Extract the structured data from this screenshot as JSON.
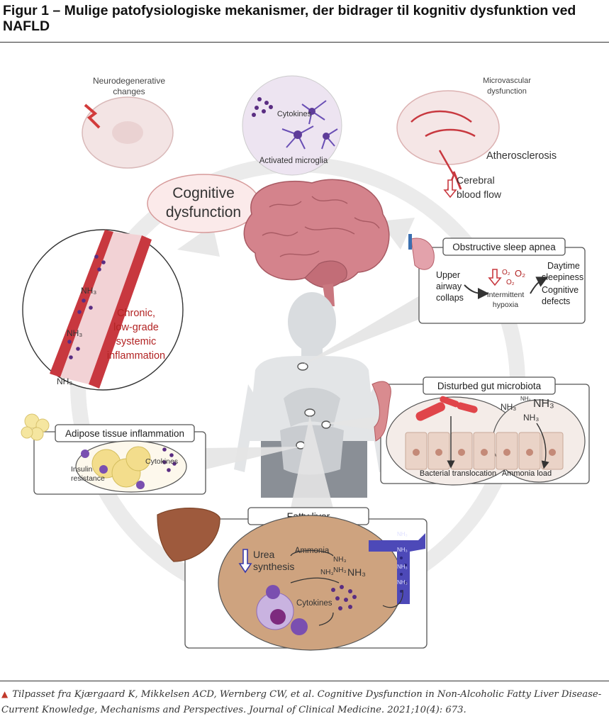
{
  "figure": {
    "title": "Figur 1 – Mulige patofysiologiske mekanismer, der bidrager til kognitiv dysfunktion ved NAFLD",
    "caption": "Tilpasset fra Kjærgaard K, Mikkelsen ACD, Wernberg CW, et al. Cognitive Dysfunction in Non-Alcoholic Fatty Liver Disease-Current Knowledge, Mechanisms and Perspectives. Journal of Clinical Medicine. 2021;10(4): 673."
  },
  "center": {
    "line1": "Cognitive",
    "line2": "dysfunction"
  },
  "brain_top": {
    "neuro_line1": "Neurodegenerative",
    "neuro_line2": "changes",
    "cytokines": "Cytokines",
    "microglia": "Activated microglia",
    "micro_line1": "Microvascular",
    "micro_line2": "dysfunction",
    "athero": "Atherosclerosis",
    "cbf_line1": "Cerebral",
    "cbf_line2": "blood flow"
  },
  "inflammation": {
    "line1": "Chronic,",
    "line2": "low-grade",
    "line3": "systemic",
    "line4": "inflammation",
    "nh3": "NH₃"
  },
  "sleep_apnea": {
    "title": "Obstructive sleep apnea",
    "upper1": "Upper",
    "upper2": "airway",
    "upper3": "collaps",
    "o2": "O₂",
    "hyp1": "Intermittent",
    "hyp2": "hypoxia",
    "day1": "Daytime",
    "day2": "sleepiness",
    "day3": "Cognitive",
    "day4": "defects"
  },
  "gut": {
    "title": "Disturbed gut microbiota",
    "nh3": "NH₃",
    "nh2": "NH₂",
    "bact": "Bacterial translocation",
    "ammonia": "Ammonia load"
  },
  "adipose": {
    "title": "Adipose tissue inflammation",
    "cytokines": "Cytokines",
    "ins1": "Insulin",
    "ins2": "resistance"
  },
  "liver": {
    "title": "Fatty liver",
    "urea1": "Urea",
    "urea2": "synthesis",
    "ammonia": "Ammonia",
    "nh3": "NH₃",
    "cytokines": "Cytokines"
  },
  "colors": {
    "title_rule": "#333333",
    "ring": "#e6e6e6",
    "brain": "#d4838c",
    "vessel": "#c8383f",
    "liver": "#c99a74",
    "red_text": "#b22323",
    "purple": "#6a3b8c",
    "blue": "#3a3aa8"
  }
}
